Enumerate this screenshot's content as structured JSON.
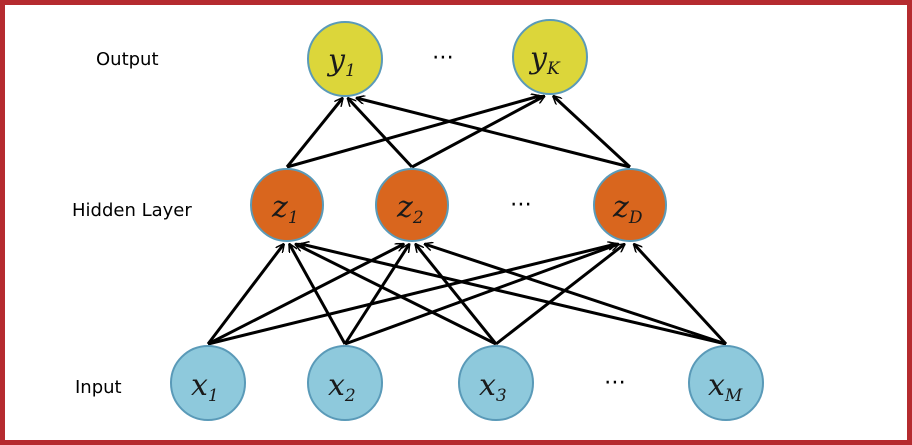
{
  "layers": {
    "output_label": "Output",
    "hidden_label": "Hidden Layer",
    "input_label": "Input"
  },
  "nodes": {
    "output": [
      {
        "base": "y",
        "sub": "1"
      },
      {
        "base": "y",
        "sub": "K"
      }
    ],
    "hidden": [
      {
        "base": "z",
        "sub": "1"
      },
      {
        "base": "z",
        "sub": "2"
      },
      {
        "base": "z",
        "sub": "D"
      }
    ],
    "input": [
      {
        "base": "x",
        "sub": "1"
      },
      {
        "base": "x",
        "sub": "2"
      },
      {
        "base": "x",
        "sub": "3"
      },
      {
        "base": "x",
        "sub": "M"
      }
    ]
  },
  "ellipsis": "⋯",
  "colors": {
    "frame": "#b52b2f",
    "output_fill": "#dcd63a",
    "hidden_fill": "#d9661e",
    "input_fill": "#8ec9dc",
    "node_stroke": "#5a9ab8",
    "edge": "#000000"
  }
}
